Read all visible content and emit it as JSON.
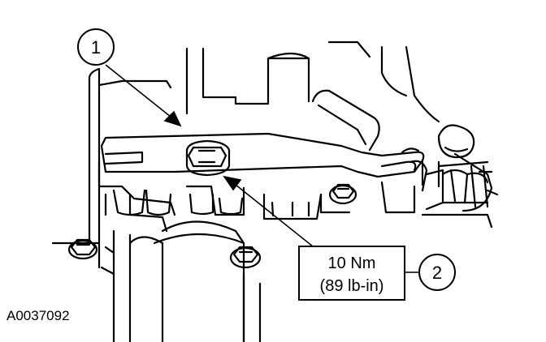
{
  "callouts": {
    "one": "1",
    "two": "2"
  },
  "torque": {
    "line1": "10 Nm",
    "line2": "(89 lb-in)"
  },
  "figure_id": "A0037092"
}
